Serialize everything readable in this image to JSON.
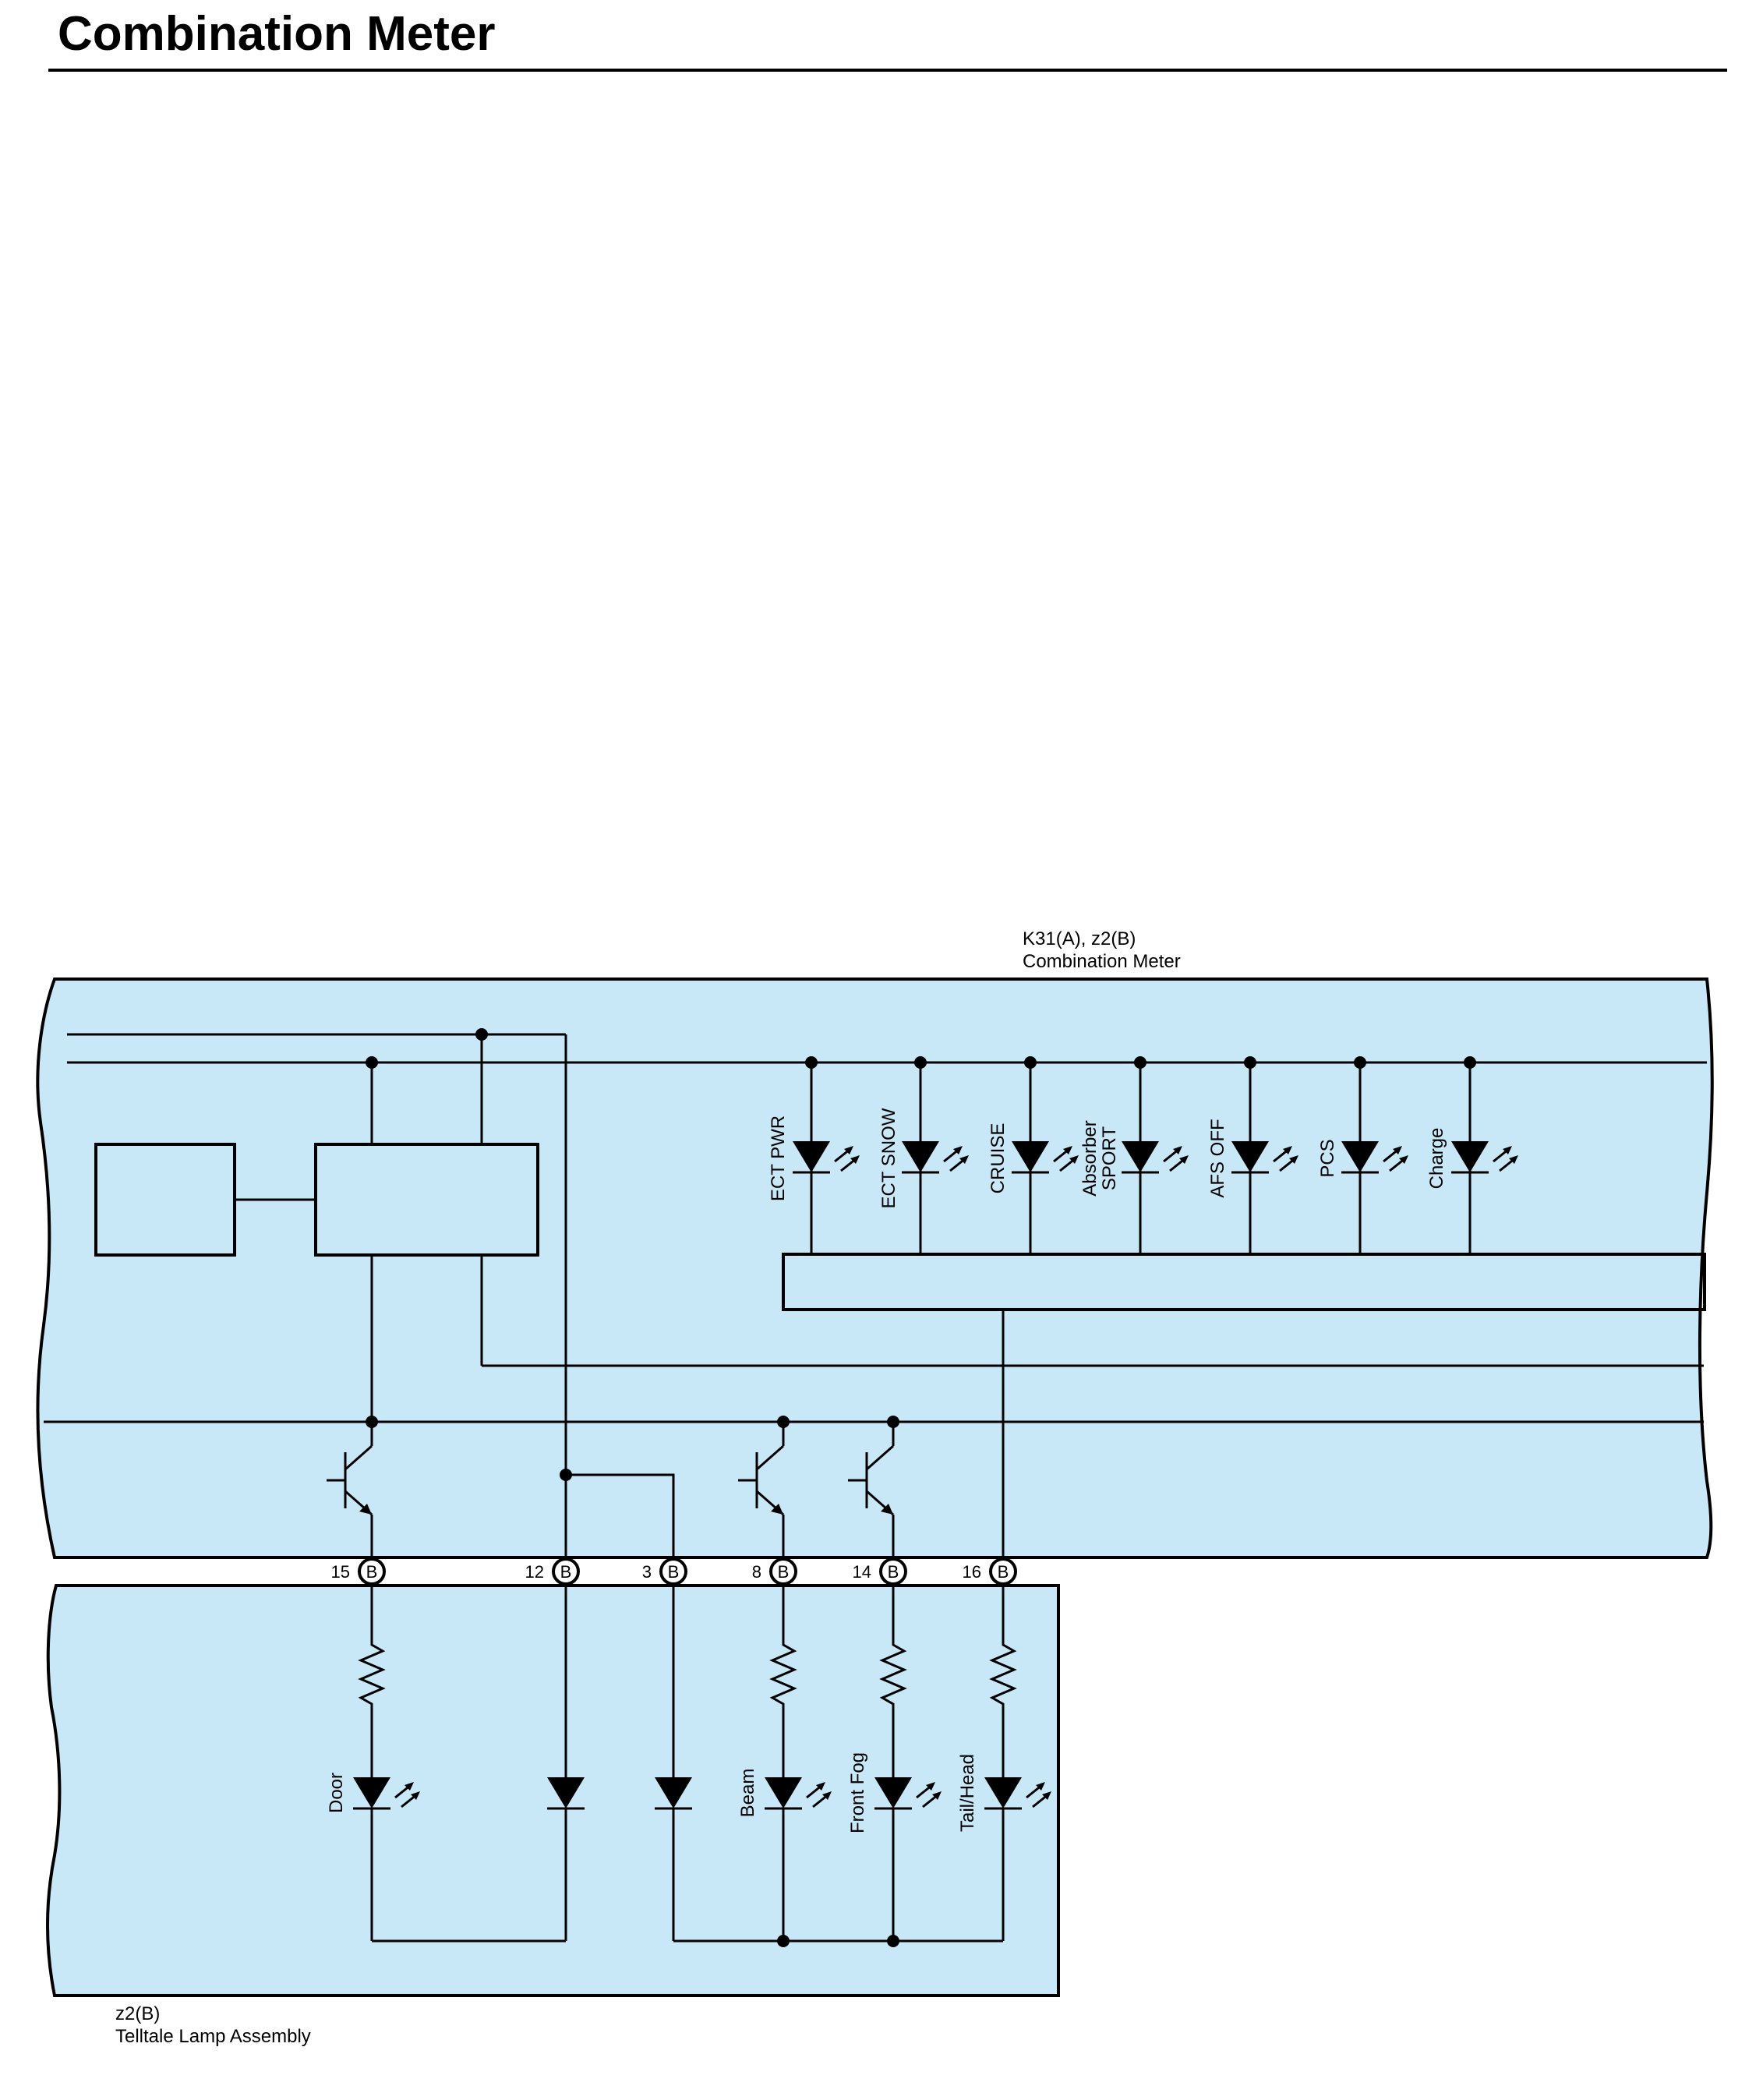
{
  "title": "Combination Meter",
  "colors": {
    "panel_fill": "#c8e8f8",
    "line": "#000000",
    "background": "#ffffff"
  },
  "combination_meter": {
    "code": "K31(A), z2(B)",
    "name": "Combination Meter",
    "indicators": [
      "ECT PWR",
      "ECT SNOW",
      "CRUISE",
      "Absorber",
      "SPORT",
      "AFS OFF",
      "PCS",
      "Charge"
    ]
  },
  "connector_pins": [
    {
      "number": "15",
      "connector": "B"
    },
    {
      "number": "12",
      "connector": "B"
    },
    {
      "number": "3",
      "connector": "B"
    },
    {
      "number": "8",
      "connector": "B"
    },
    {
      "number": "14",
      "connector": "B"
    },
    {
      "number": "16",
      "connector": "B"
    }
  ],
  "telltale_lamp_assembly": {
    "code": "z2(B)",
    "name": "Telltale Lamp Assembly",
    "lamps": [
      "Door",
      "Beam",
      "Front Fog",
      "Tail/Head"
    ]
  }
}
